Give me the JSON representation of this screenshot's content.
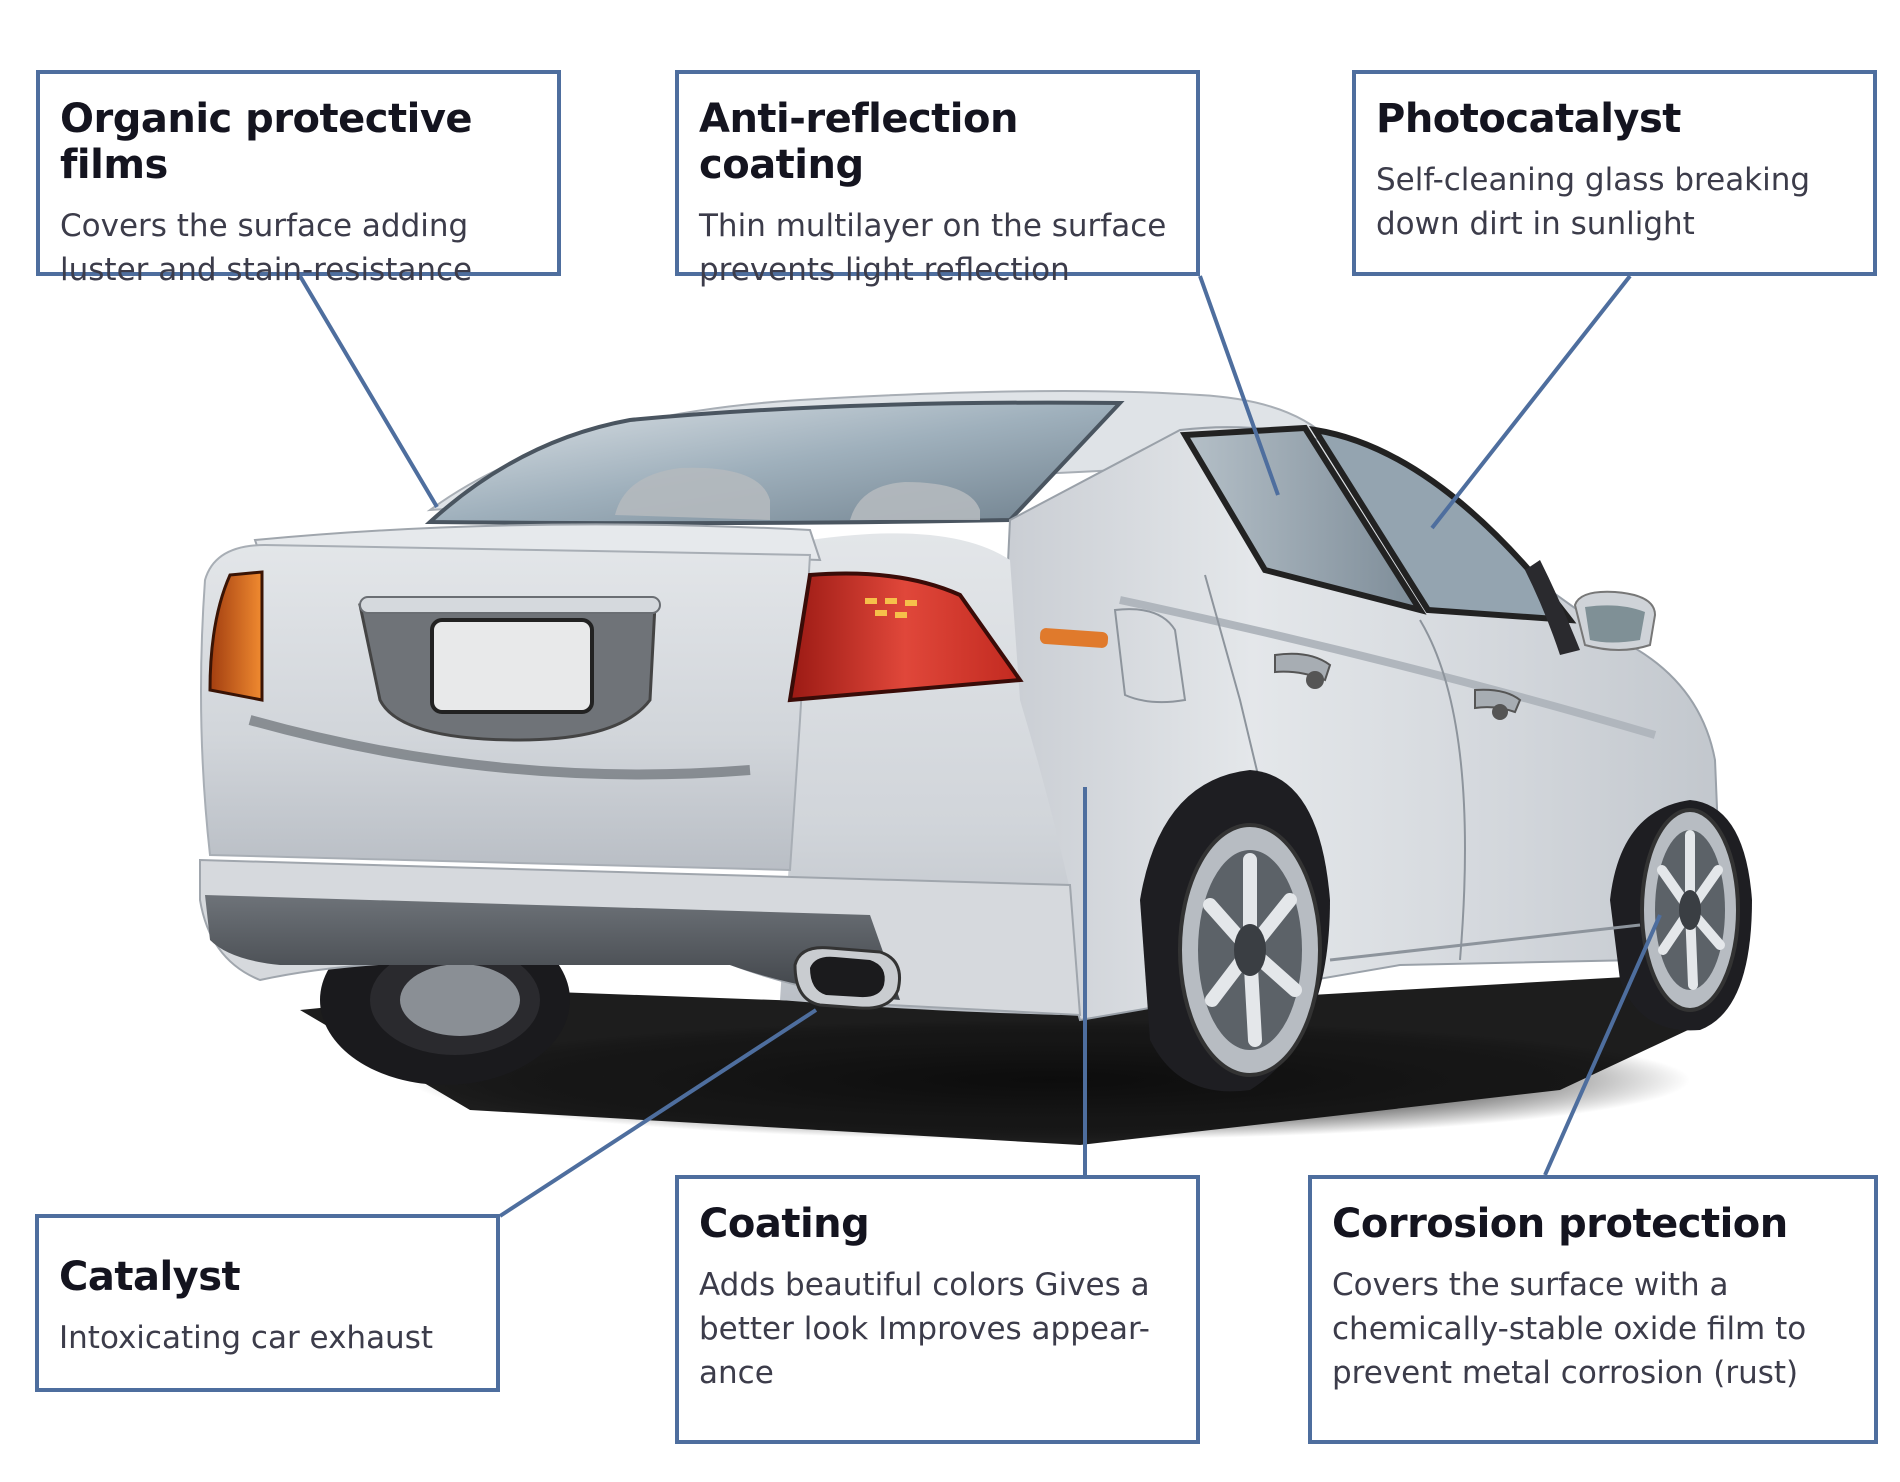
{
  "callouts": {
    "organic_films": {
      "title": "Organic protective films",
      "description": "Covers the surface adding luster and stain-resistance"
    },
    "anti_reflection": {
      "title": "Anti-reflection coating",
      "description": "Thin multilayer on the surface prevents light reflection"
    },
    "photocatalyst": {
      "title": "Photocatalyst",
      "description": "Self-cleaning glass breaking down dirt in sunlight"
    },
    "catalyst": {
      "title": "Catalyst",
      "description": "Intoxicating car exhaust"
    },
    "coating": {
      "title": "Coating",
      "description": "Adds beautiful colors Gives a better look Improves appear-ance"
    },
    "corrosion": {
      "title": "Corrosion protection",
      "description": "Covers the surface with a chemically-stable oxide film to prevent metal corrosion (rust)"
    }
  },
  "colors": {
    "box_border": "#4e6e9e",
    "leader_line": "#4e6e9e",
    "car_body": "#d4d8dd",
    "glass": "#8fa0ad",
    "tail_light": "#d9392b",
    "side_light": "#e07a2c",
    "tire": "#1e1e22"
  },
  "icons": {
    "subject": "sedan-car-rear-three-quarter"
  }
}
